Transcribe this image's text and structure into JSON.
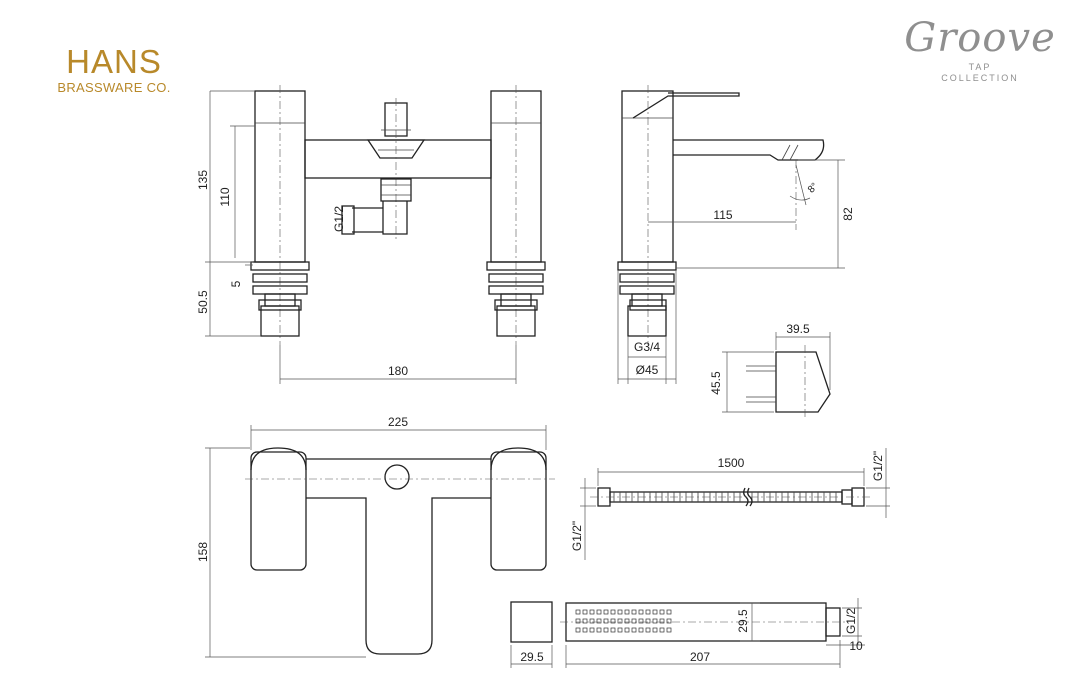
{
  "brand": {
    "name": "HANS",
    "subtitle": "BRASSWARE CO."
  },
  "collection": {
    "script": "Groove",
    "line1": "TAP",
    "line2": "COLLECTION"
  },
  "dimensions": {
    "front_height_total": "135",
    "front_height_body": "110",
    "front_gap": "5",
    "front_base": "50.5",
    "outlet_thread": "G1/2",
    "front_centres": "180",
    "side_reach": "115",
    "side_spout_height": "82",
    "side_angle": "8°",
    "side_thread": "G3/4",
    "side_diameter": "Ø45",
    "bracket_width": "39.5",
    "bracket_height": "45.5",
    "top_width": "225",
    "top_depth": "158",
    "hose_length": "1500",
    "hose_thread_right": "G1/2\"",
    "hose_thread_left": "G1/2\"",
    "handset_head_size": "29.5",
    "handset_length": "207",
    "handset_width": "29.5",
    "handset_thread": "G1/2",
    "handset_tail": "10"
  }
}
